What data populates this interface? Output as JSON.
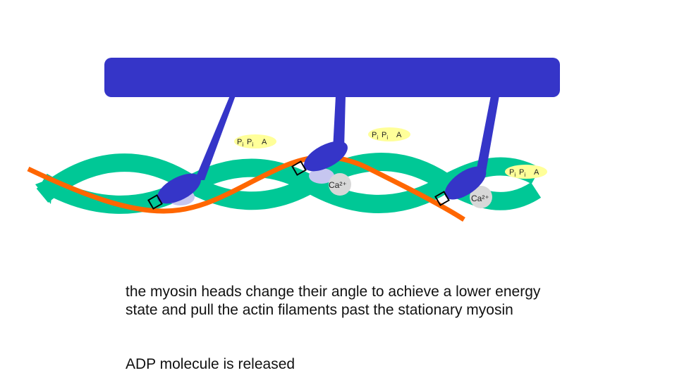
{
  "diagram": {
    "colors": {
      "myosin": "#3535c8",
      "actin": "#00c896",
      "tropomyosin": "#ff6600",
      "atp_label_bg": "#ffff99",
      "calcium": "#d8d8d8",
      "binding_site": "#c6c6f0"
    },
    "heads": [
      {
        "label": "P  P  A",
        "label_p1": "P",
        "label_p2": "P",
        "label_sub": "i",
        "label_a": "A"
      },
      {
        "label": "P  P  A",
        "label_p1": "P",
        "label_p2": "P",
        "label_sub": "i",
        "label_a": "A"
      },
      {
        "label": "P  P  A",
        "label_p1": "P",
        "label_p2": "P",
        "label_sub": "i",
        "label_a": "A"
      }
    ],
    "calcium_labels": [
      "Ca²⁺",
      "Ca²⁺"
    ]
  },
  "caption": {
    "line1": "the myosin heads change their angle to achieve a lower energy state and pull the actin filaments past the stationary myosin",
    "line2": "ADP molecule is released"
  }
}
